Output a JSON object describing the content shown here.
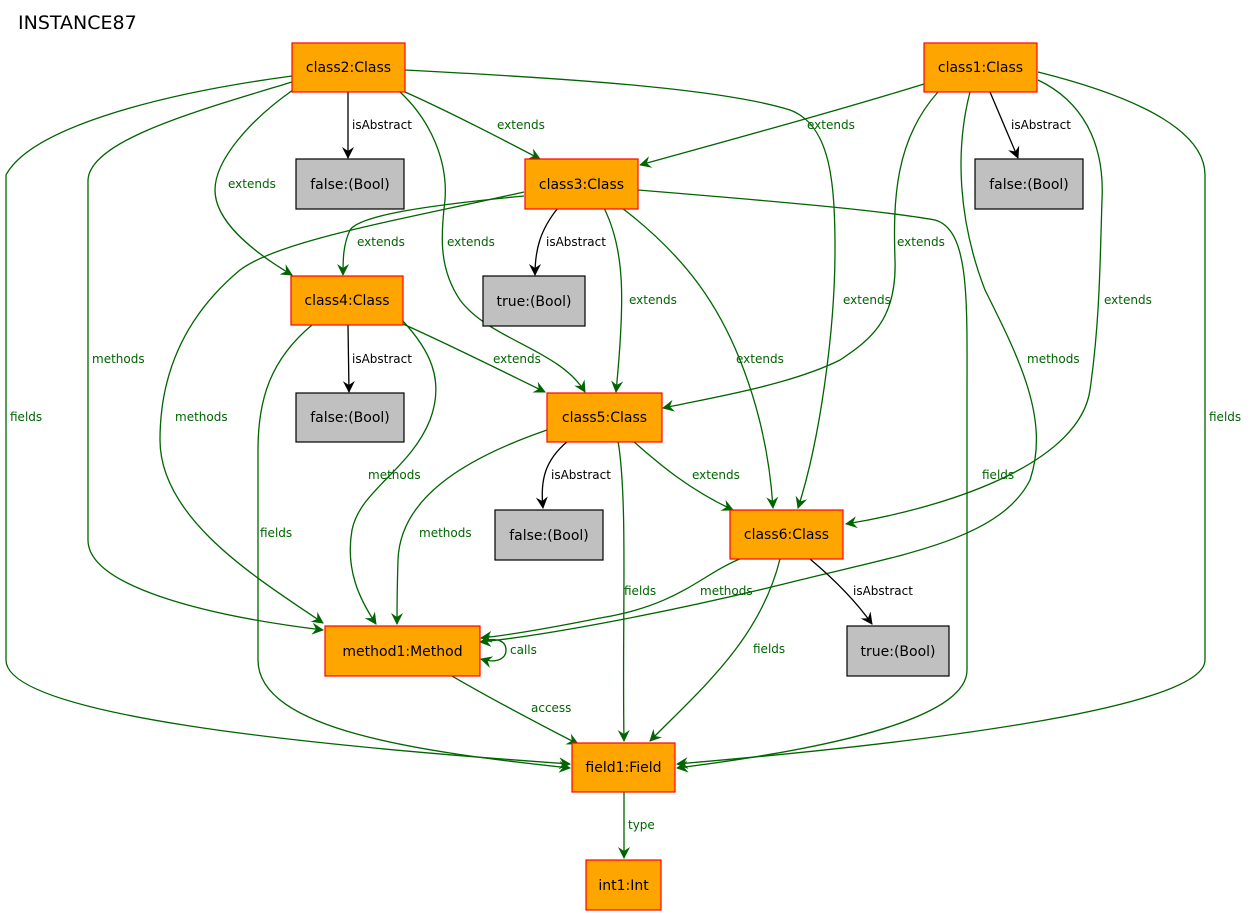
{
  "title": "INSTANCE87",
  "colors": {
    "class_fill": "#ffa500",
    "class_stroke": "#ff0000",
    "value_fill": "#c0c0c0",
    "value_stroke": "#000000",
    "ref_edge": "#006400",
    "attr_edge": "#000000"
  },
  "nodes": {
    "class2": "class2:Class",
    "class1": "class1:Class",
    "false_a": "false:(Bool)",
    "class3": "class3:Class",
    "false_b": "false:(Bool)",
    "true_a": "true:(Bool)",
    "class4": "class4:Class",
    "false_c": "false:(Bool)",
    "class5": "class5:Class",
    "false_d": "false:(Bool)",
    "class6": "class6:Class",
    "method1": "method1:Method",
    "true_b": "true:(Bool)",
    "field1": "field1:Field",
    "int1": "int1:Int"
  },
  "edges": [
    {
      "id": "e1",
      "from": "class2",
      "to": "false_a",
      "label": "isAbstract"
    },
    {
      "id": "e2",
      "from": "class2",
      "to": "class3",
      "label": "extends"
    },
    {
      "id": "e3",
      "from": "class2",
      "to": "class4",
      "label": "extends"
    },
    {
      "id": "e4",
      "from": "class2",
      "to": "class5",
      "label": "extends"
    },
    {
      "id": "e5",
      "from": "class2",
      "to": "class6",
      "label": "extends"
    },
    {
      "id": "e6",
      "from": "class2",
      "to": "method1",
      "label": "methods"
    },
    {
      "id": "e7",
      "from": "class2",
      "to": "field1",
      "label": "fields"
    },
    {
      "id": "e8",
      "from": "class1",
      "to": "false_b",
      "label": "isAbstract"
    },
    {
      "id": "e9",
      "from": "class1",
      "to": "class3",
      "label": "extends"
    },
    {
      "id": "e10",
      "from": "class1",
      "to": "class5",
      "label": "extends"
    },
    {
      "id": "e11",
      "from": "class1",
      "to": "class6",
      "label": "extends"
    },
    {
      "id": "e12",
      "from": "class1",
      "to": "method1",
      "label": "methods"
    },
    {
      "id": "e13",
      "from": "class1",
      "to": "field1",
      "label": "fields"
    },
    {
      "id": "e14",
      "from": "class3",
      "to": "true_a",
      "label": "isAbstract"
    },
    {
      "id": "e15",
      "from": "class3",
      "to": "class4",
      "label": "extends"
    },
    {
      "id": "e16",
      "from": "class3",
      "to": "class5",
      "label": "extends"
    },
    {
      "id": "e17",
      "from": "class3",
      "to": "class6",
      "label": "extends"
    },
    {
      "id": "e18",
      "from": "class3",
      "to": "method1",
      "label": "methods"
    },
    {
      "id": "e19",
      "from": "class3",
      "to": "field1",
      "label": "fields"
    },
    {
      "id": "e20",
      "from": "class4",
      "to": "false_c",
      "label": "isAbstract"
    },
    {
      "id": "e21",
      "from": "class4",
      "to": "class5",
      "label": "extends"
    },
    {
      "id": "e22",
      "from": "class4",
      "to": "method1",
      "label": "methods"
    },
    {
      "id": "e23",
      "from": "class4",
      "to": "field1",
      "label": "fields"
    },
    {
      "id": "e24",
      "from": "class5",
      "to": "false_d",
      "label": "isAbstract"
    },
    {
      "id": "e25",
      "from": "class5",
      "to": "class6",
      "label": "extends"
    },
    {
      "id": "e26",
      "from": "class5",
      "to": "method1",
      "label": "methods"
    },
    {
      "id": "e27",
      "from": "class5",
      "to": "field1",
      "label": "fields"
    },
    {
      "id": "e28",
      "from": "class6",
      "to": "true_b",
      "label": "isAbstract"
    },
    {
      "id": "e29",
      "from": "class6",
      "to": "method1",
      "label": "methods"
    },
    {
      "id": "e30",
      "from": "class6",
      "to": "field1",
      "label": "fields"
    },
    {
      "id": "e31",
      "from": "method1",
      "to": "method1",
      "label": "calls"
    },
    {
      "id": "e32",
      "from": "method1",
      "to": "field1",
      "label": "access"
    },
    {
      "id": "e33",
      "from": "field1",
      "to": "int1",
      "label": "type"
    }
  ]
}
